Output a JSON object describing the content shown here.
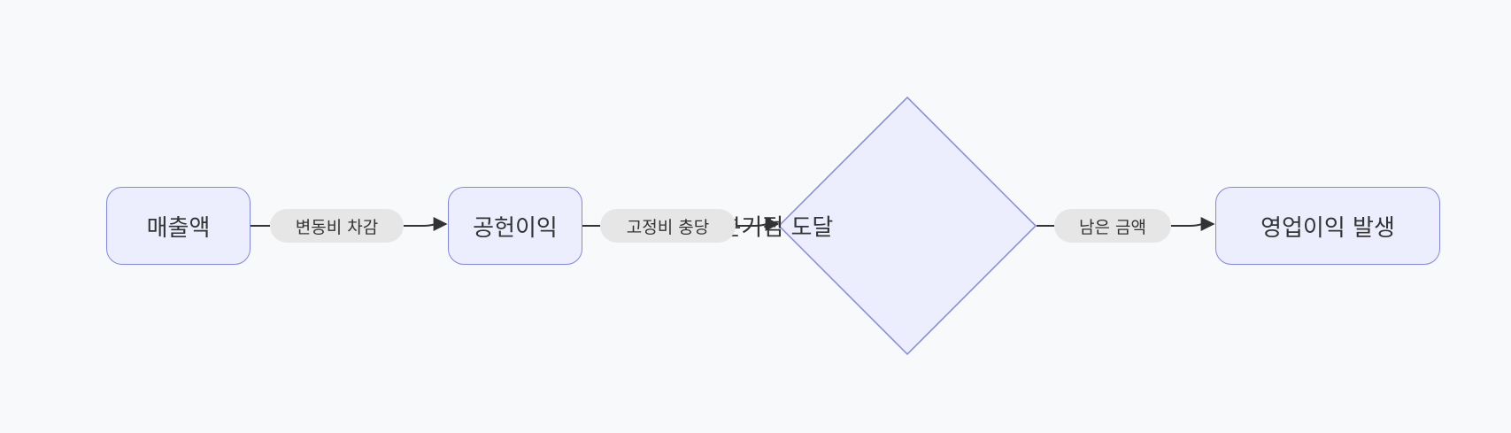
{
  "nodes": {
    "sales": "매출액",
    "contribution_margin": "공헌이익",
    "break_even": "손익분기점 도달",
    "operating_profit": "영업이익 발생"
  },
  "edges": {
    "sales_to_margin": "변동비 차감",
    "margin_to_breakeven": "고정비 충당",
    "breakeven_to_profit": "남은 금액"
  },
  "colors": {
    "background": "#f8f9fb",
    "node_fill": "#eceefd",
    "node_border": "#8088e0",
    "edge_line": "#333333",
    "edge_label_bg": "#e6e6e6",
    "text": "#333333"
  }
}
